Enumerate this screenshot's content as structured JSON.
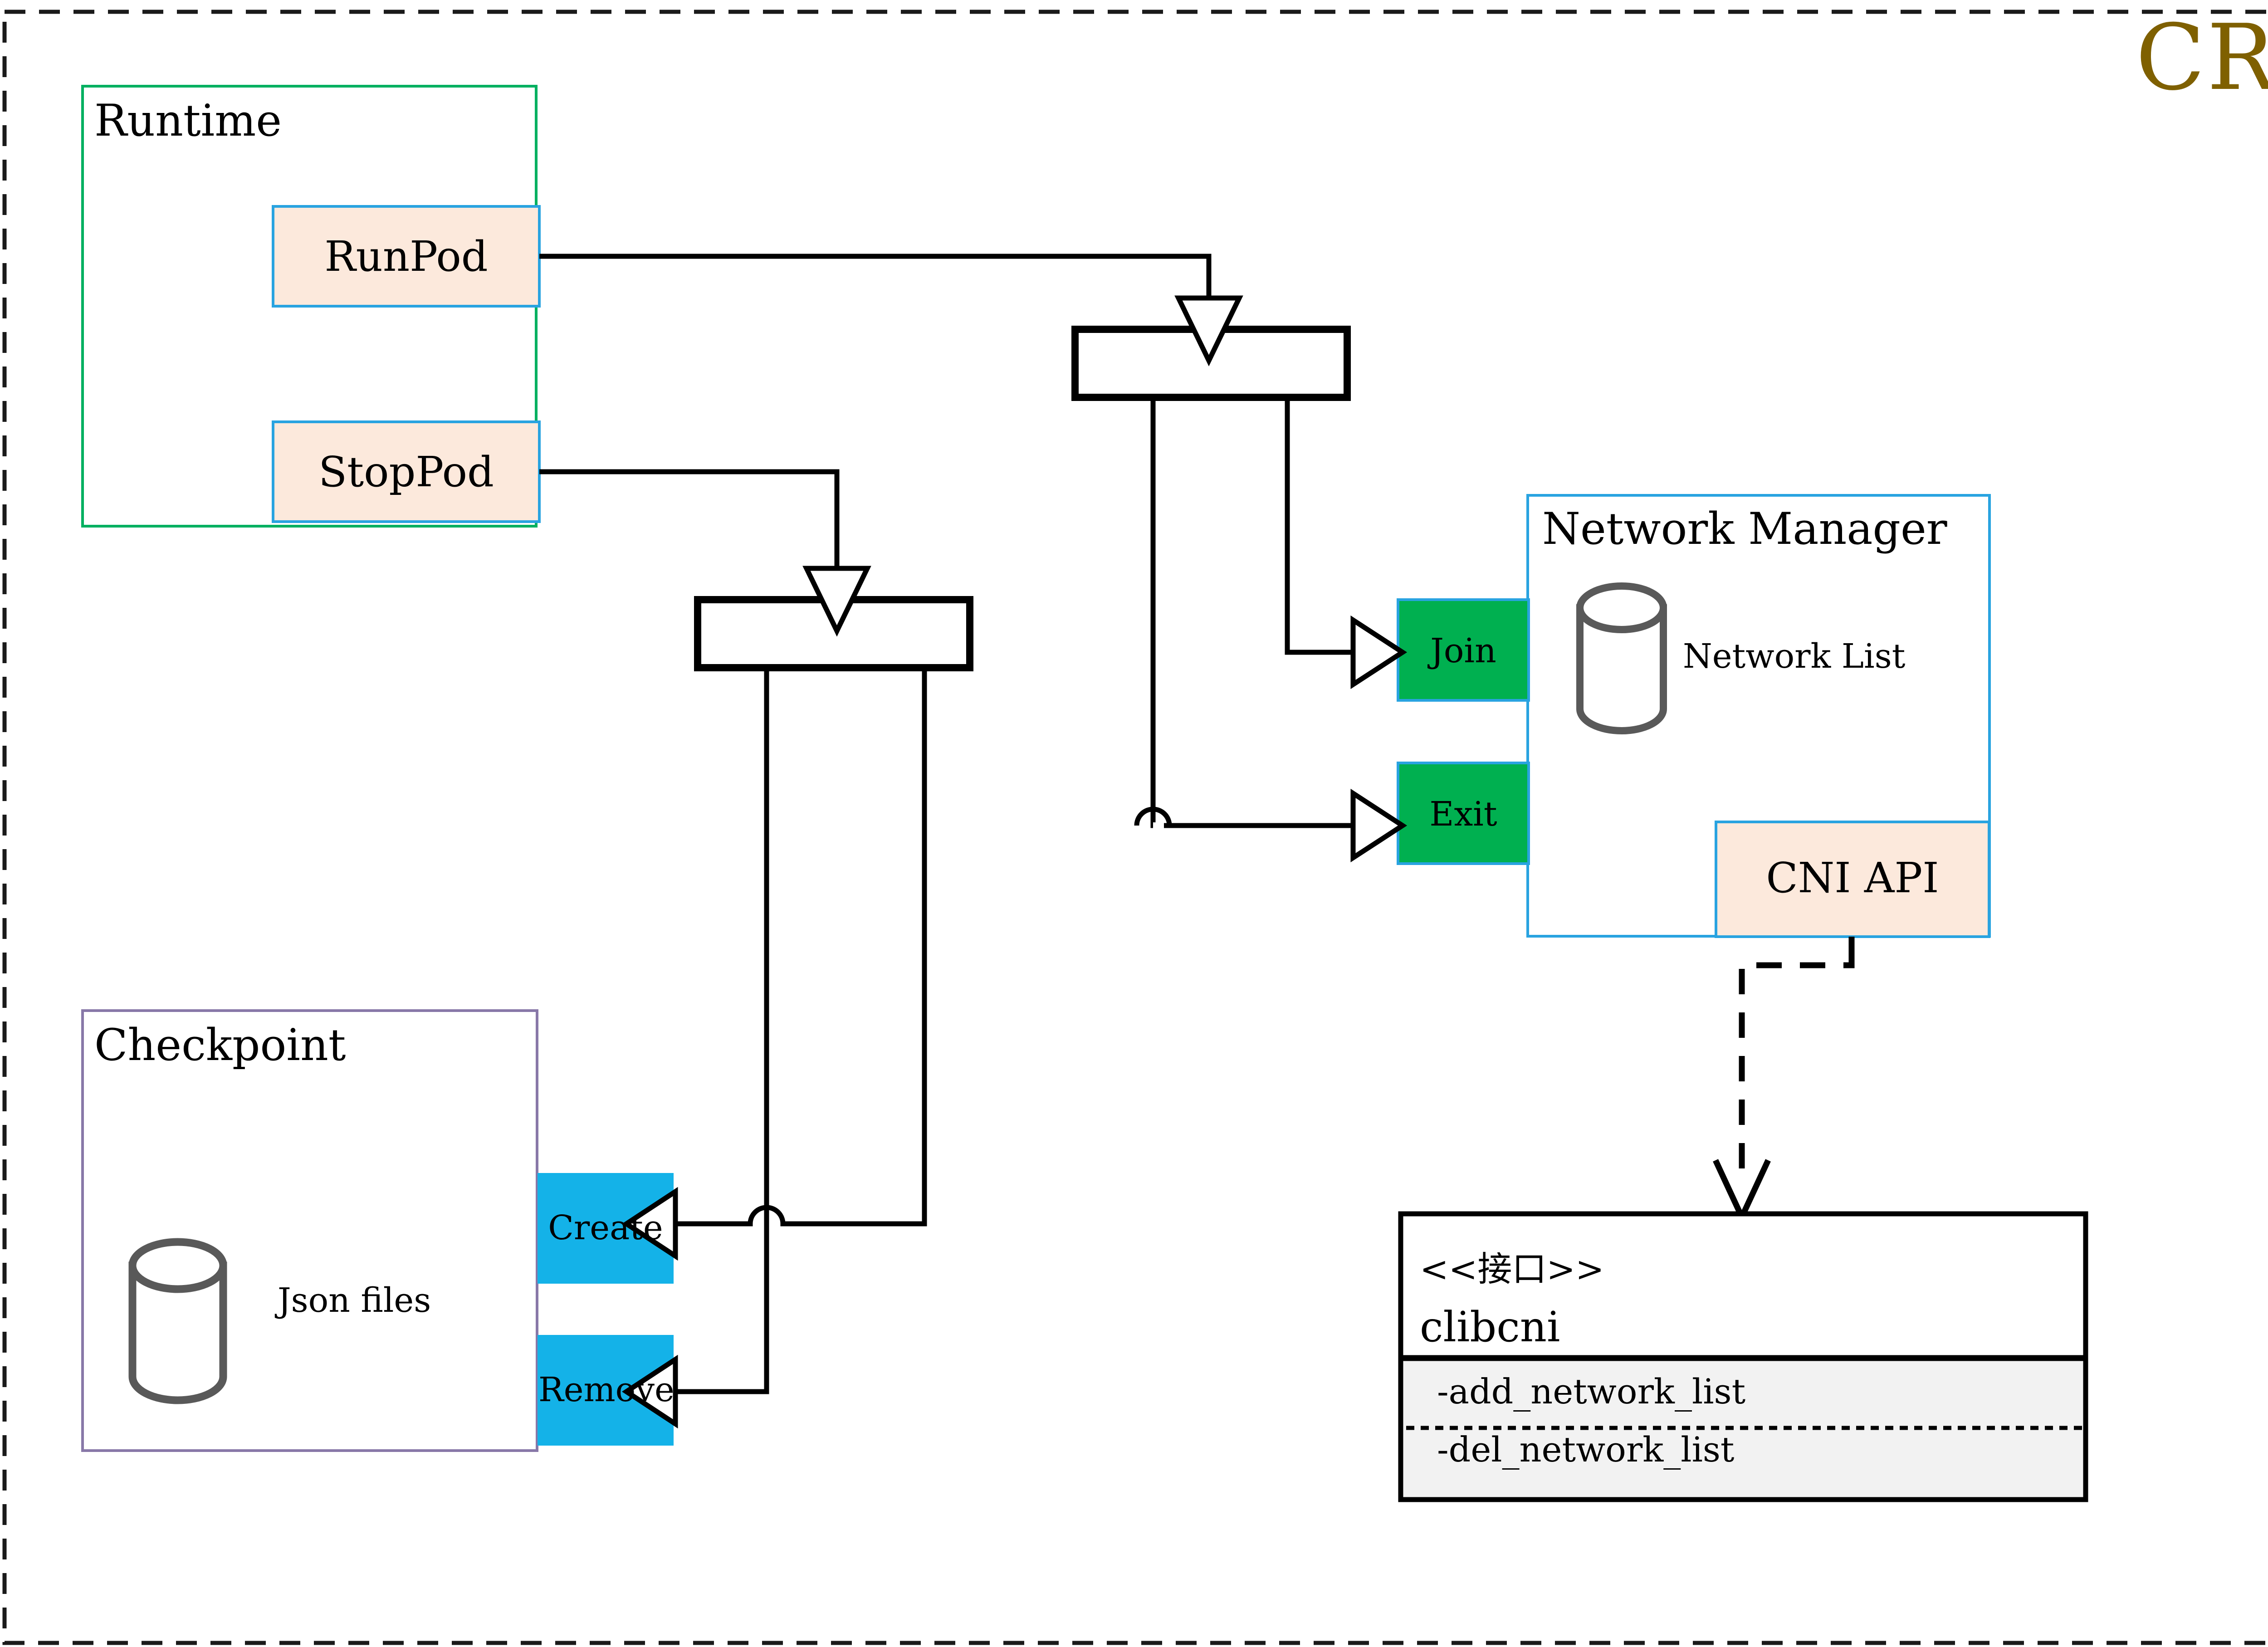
{
  "diagram": {
    "title": "CRI",
    "title_color": "#7f6000",
    "frame": {
      "style": "dashed",
      "color": "#1a1a1a"
    }
  },
  "packages": [
    {
      "id": "runtime",
      "name": "Runtime",
      "border_color": "#00b060",
      "fill": "#ffffff"
    },
    {
      "id": "checkpoint",
      "name": "Checkpoint",
      "border_color": "#8878a8",
      "fill": "#ffffff",
      "store": {
        "label": "Json files",
        "shape": "cylinder",
        "stroke": "#595959"
      }
    },
    {
      "id": "network_manager",
      "name": "Network Manager",
      "border_color": "#29a3e0",
      "fill": "#ffffff",
      "store": {
        "label": "Network List",
        "shape": "cylinder",
        "stroke": "#595959"
      }
    }
  ],
  "nodes": [
    {
      "id": "runpod",
      "label": "RunPod",
      "fill": "#fce9dc",
      "border": "#29a3e0",
      "parent": "runtime"
    },
    {
      "id": "stoppod",
      "label": "StopPod",
      "fill": "#fce9dc",
      "border": "#29a3e0",
      "parent": "runtime"
    },
    {
      "id": "join",
      "label": "Join",
      "fill": "#00b050",
      "border": "#29a3e0",
      "parent": "network_manager"
    },
    {
      "id": "exit",
      "label": "Exit",
      "fill": "#00b050",
      "border": "#29a3e0",
      "parent": "network_manager"
    },
    {
      "id": "cni_api",
      "label": "CNI API",
      "fill": "#fce9dc",
      "border": "#29a3e0",
      "parent": "network_manager"
    },
    {
      "id": "create",
      "label": "Create",
      "fill": "#14b2e8",
      "border": "#14b2e8",
      "parent": "checkpoint"
    },
    {
      "id": "remove",
      "label": "Remove",
      "fill": "#14b2e8",
      "border": "#14b2e8",
      "parent": "checkpoint"
    }
  ],
  "forks": [
    {
      "id": "fork_top",
      "label": ""
    },
    {
      "id": "fork_bottom",
      "label": ""
    }
  ],
  "interface": {
    "stereotype": "<<接口>>",
    "name": "clibcni",
    "compartment_fill": "#f2f2f2",
    "methods": [
      "-add_network_list",
      "-del_network_list"
    ]
  },
  "edges": [
    {
      "from": "runpod",
      "to": "fork_top",
      "style": "solid",
      "arrow": "open"
    },
    {
      "from": "stoppod",
      "to": "fork_bottom",
      "style": "solid",
      "arrow": "open"
    },
    {
      "from": "fork_top",
      "to": "join",
      "style": "solid",
      "arrow": "open"
    },
    {
      "from": "fork_top",
      "to": "create",
      "style": "solid",
      "arrow": "open"
    },
    {
      "from": "fork_bottom",
      "to": "exit",
      "style": "solid",
      "arrow": "open"
    },
    {
      "from": "fork_bottom",
      "to": "remove",
      "style": "solid",
      "arrow": "open"
    },
    {
      "from": "cni_api",
      "to": "clibcni",
      "style": "dashed",
      "arrow": "open-v"
    }
  ]
}
